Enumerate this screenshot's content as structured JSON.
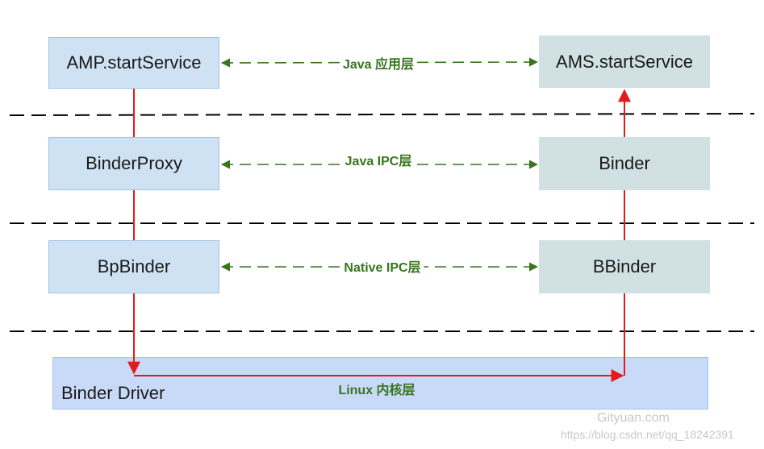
{
  "colors": {
    "left_box": "#cfe2f3",
    "right_box": "#d0e0e3",
    "driver_box": "#c9daf8",
    "red_arrow": "#e31b1b",
    "green_arrow": "#38761d",
    "separator": "#000000"
  },
  "boxes": {
    "amp": "AMP.startService",
    "ams": "AMS.startService",
    "binder_proxy": "BinderProxy",
    "binder": "Binder",
    "bp_binder": "BpBinder",
    "b_binder": "BBinder",
    "binder_driver": "Binder Driver"
  },
  "layers": {
    "java_app": "Java 应用层",
    "java_ipc": "Java IPC层",
    "native_ipc": "Native IPC层",
    "linux_kernel": "Linux 内核层"
  },
  "watermarks": {
    "site": "Gityuan.com",
    "url": "https://blog.csdn.net/qq_18242391"
  }
}
